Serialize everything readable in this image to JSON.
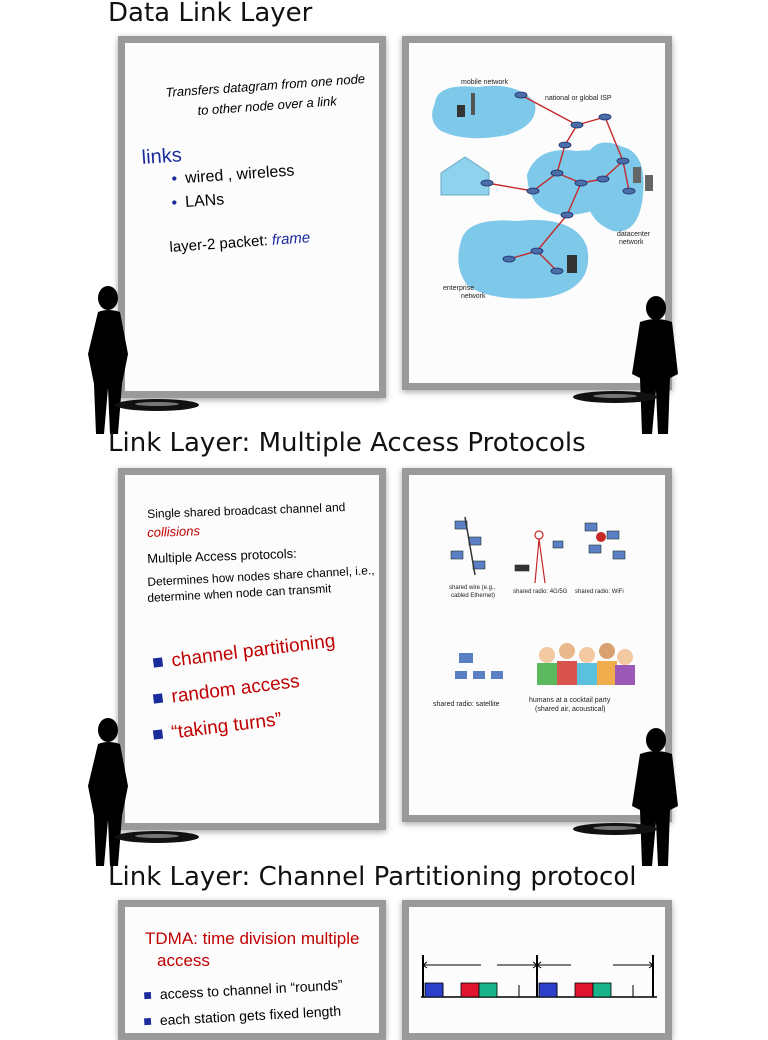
{
  "slide1": {
    "title": "Data Link Layer",
    "left": {
      "intro_line1": "Transfers datagram from one node",
      "intro_line2": "to other node over a link",
      "links_heading": "links",
      "bullets": [
        "wired , wireless",
        "LANs"
      ],
      "packet_prefix": "layer-2 packet:",
      "packet_term": "frame"
    },
    "right": {
      "labels": {
        "mobile": "mobile network",
        "isp": "national or global ISP",
        "datacenter1": "datacenter",
        "datacenter2": "network",
        "enterprise1": "enterprise",
        "enterprise2": "network"
      }
    }
  },
  "slide2": {
    "title": "Link Layer: Multiple Access Protocols",
    "left": {
      "line1": "Single shared broadcast channel and",
      "line2": "collisions",
      "line3": "Multiple Access protocols:",
      "line4": "Determines how nodes share channel, i.e.,",
      "line5": "determine when node can transmit",
      "items": [
        "channel partitioning",
        "random access",
        "“taking turns”"
      ]
    },
    "right": {
      "cap1a": "shared wire (e.g.,",
      "cap1b": "cabled Ethernet)",
      "cap2": "shared radio: 4G/5G",
      "cap3": "shared radio: WiFi",
      "cap4": "shared radio: satellite",
      "cap5a": "humans at a cocktail party",
      "cap5b": "(shared air, acoustical)"
    }
  },
  "slide3": {
    "title": "Link Layer: Channel Partitioning protocol",
    "left": {
      "heading1": "TDMA: time division multiple",
      "heading2": "access",
      "bullets": [
        "access to channel in “rounds”",
        "each station gets fixed length"
      ]
    }
  },
  "colors": {
    "blue": "#1a2b9b",
    "red": "#c00000",
    "net_blob": "#7ec8ea"
  }
}
